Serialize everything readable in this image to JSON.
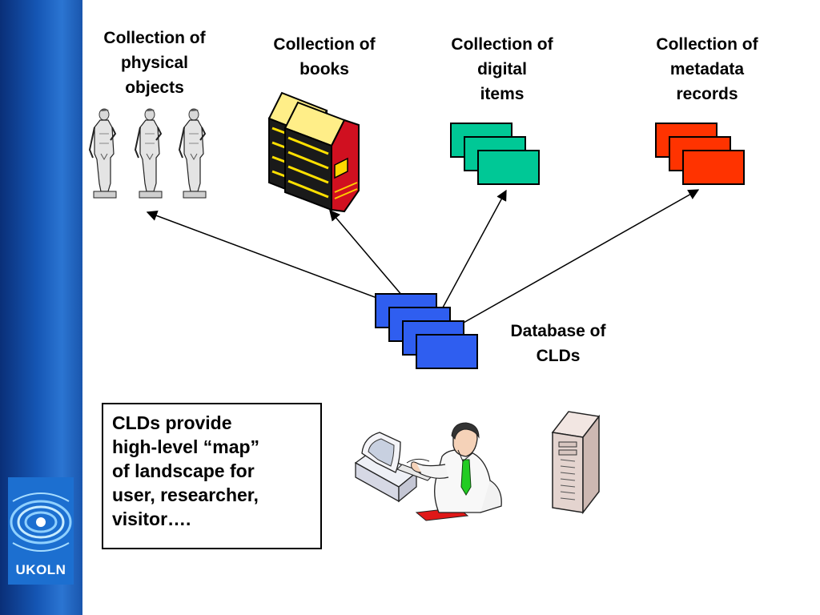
{
  "labels": {
    "physical": "Collection of\nphysical\nobjects",
    "books": "Collection of\nbooks",
    "digital": "Collection of\ndigital\nitems",
    "metadata": "Collection of\nmetadata\nrecords",
    "database": "Database of\nCLDs"
  },
  "note": "CLDs provide\nhigh-level “map”\nof landscape for\nuser, researcher,\nvisitor….",
  "logo": {
    "text": "UKOLN"
  },
  "icons": [
    "statue-icon",
    "books-icon",
    "digital-items-icon",
    "metadata-records-icon",
    "database-icon",
    "user-at-computer-icon",
    "server-tower-icon"
  ],
  "colors": {
    "sidebar": "#1556b4",
    "digital_items": "#00c896",
    "metadata_records": "#ff3300",
    "database": "#2f5ef0",
    "tie": "#22cc22"
  }
}
